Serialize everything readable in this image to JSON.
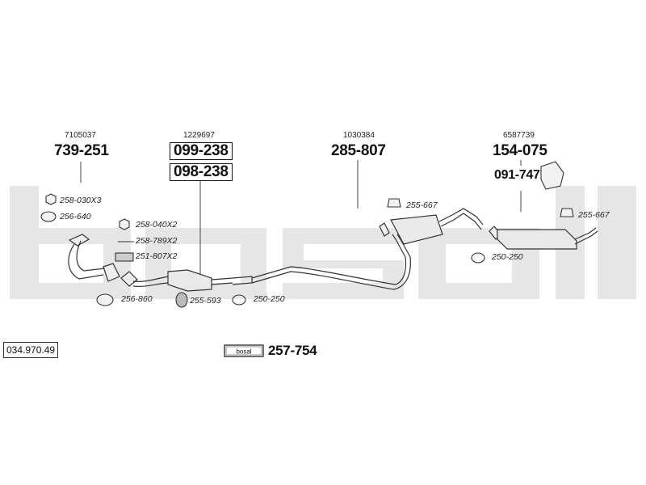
{
  "reference_number": "034.970.49",
  "brand_text": "bosal",
  "mounting_kit_part": "257-754",
  "groups": [
    {
      "oe": "7105037",
      "parts": [
        "739-251"
      ]
    },
    {
      "oe": "1229697",
      "parts": [
        "099-238",
        "098-238"
      ]
    },
    {
      "oe": "1030384",
      "parts": [
        "285-807"
      ]
    },
    {
      "oe": "6587739",
      "parts": [
        "154-075",
        "091-747"
      ]
    }
  ],
  "small_parts": [
    "258-030X3",
    "256-640",
    "258-040X2",
    "258-789X2",
    "251-807X2",
    "256-860",
    "255-593",
    "250-250",
    "255-667",
    "250-250",
    "255-667"
  ],
  "colors": {
    "watermark": "#e6e6e6",
    "line": "#333333",
    "part_fill": "#e9e9e9"
  }
}
